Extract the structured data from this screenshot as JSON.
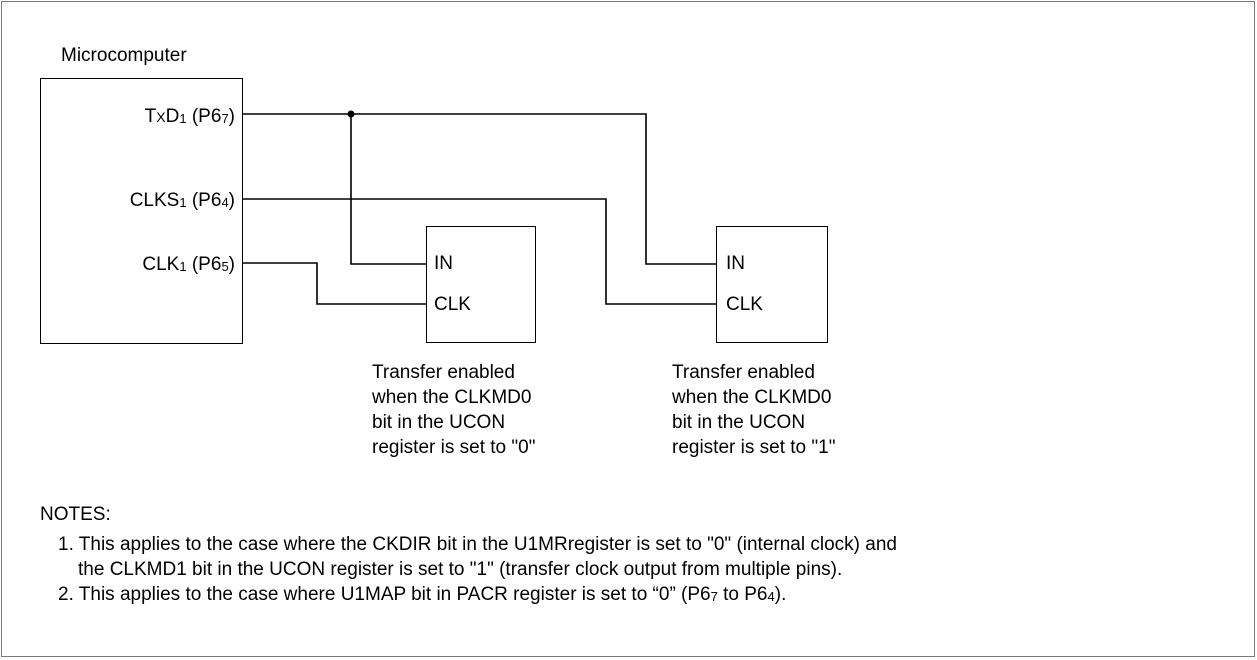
{
  "title": "Microcomputer",
  "pins": {
    "txd": {
      "pre": "T",
      "x": "X",
      "d": "D",
      "sub": "1",
      "mid": " (P6",
      "port": "7",
      "post": ")"
    },
    "clks": {
      "pre": "CLKS",
      "sub": "1",
      "mid": " (P6",
      "port": "4",
      "post": ")"
    },
    "clk": {
      "pre": "CLK",
      "sub": "1",
      "mid": " (P6",
      "port": "5",
      "post": ")"
    }
  },
  "device1": {
    "in_label": "IN",
    "clk_label": "CLK",
    "caption": [
      "Transfer enabled",
      "when the CLKMD0",
      "bit in the UCON",
      "register is set to \"0\""
    ]
  },
  "device2": {
    "in_label": "IN",
    "clk_label": "CLK",
    "caption": [
      "Transfer enabled",
      "when the CLKMD0",
      "bit in the UCON",
      "register is set to \"1\""
    ]
  },
  "notes": {
    "heading": "NOTES:",
    "n1_line1": "1. This applies to the case where the CKDIR bit in the U1MRregister is set to \"0\" (internal clock) and",
    "n1_line2": "the CLKMD1 bit in the UCON register is set to \"1\" (transfer clock output from multiple pins).",
    "n2_pre": "2. This applies to the case where U1MAP bit in PACR register is set to “0” (P6",
    "n2_sub1": "7",
    "n2_mid": " to P6",
    "n2_sub2": "4",
    "n2_post": ")."
  }
}
